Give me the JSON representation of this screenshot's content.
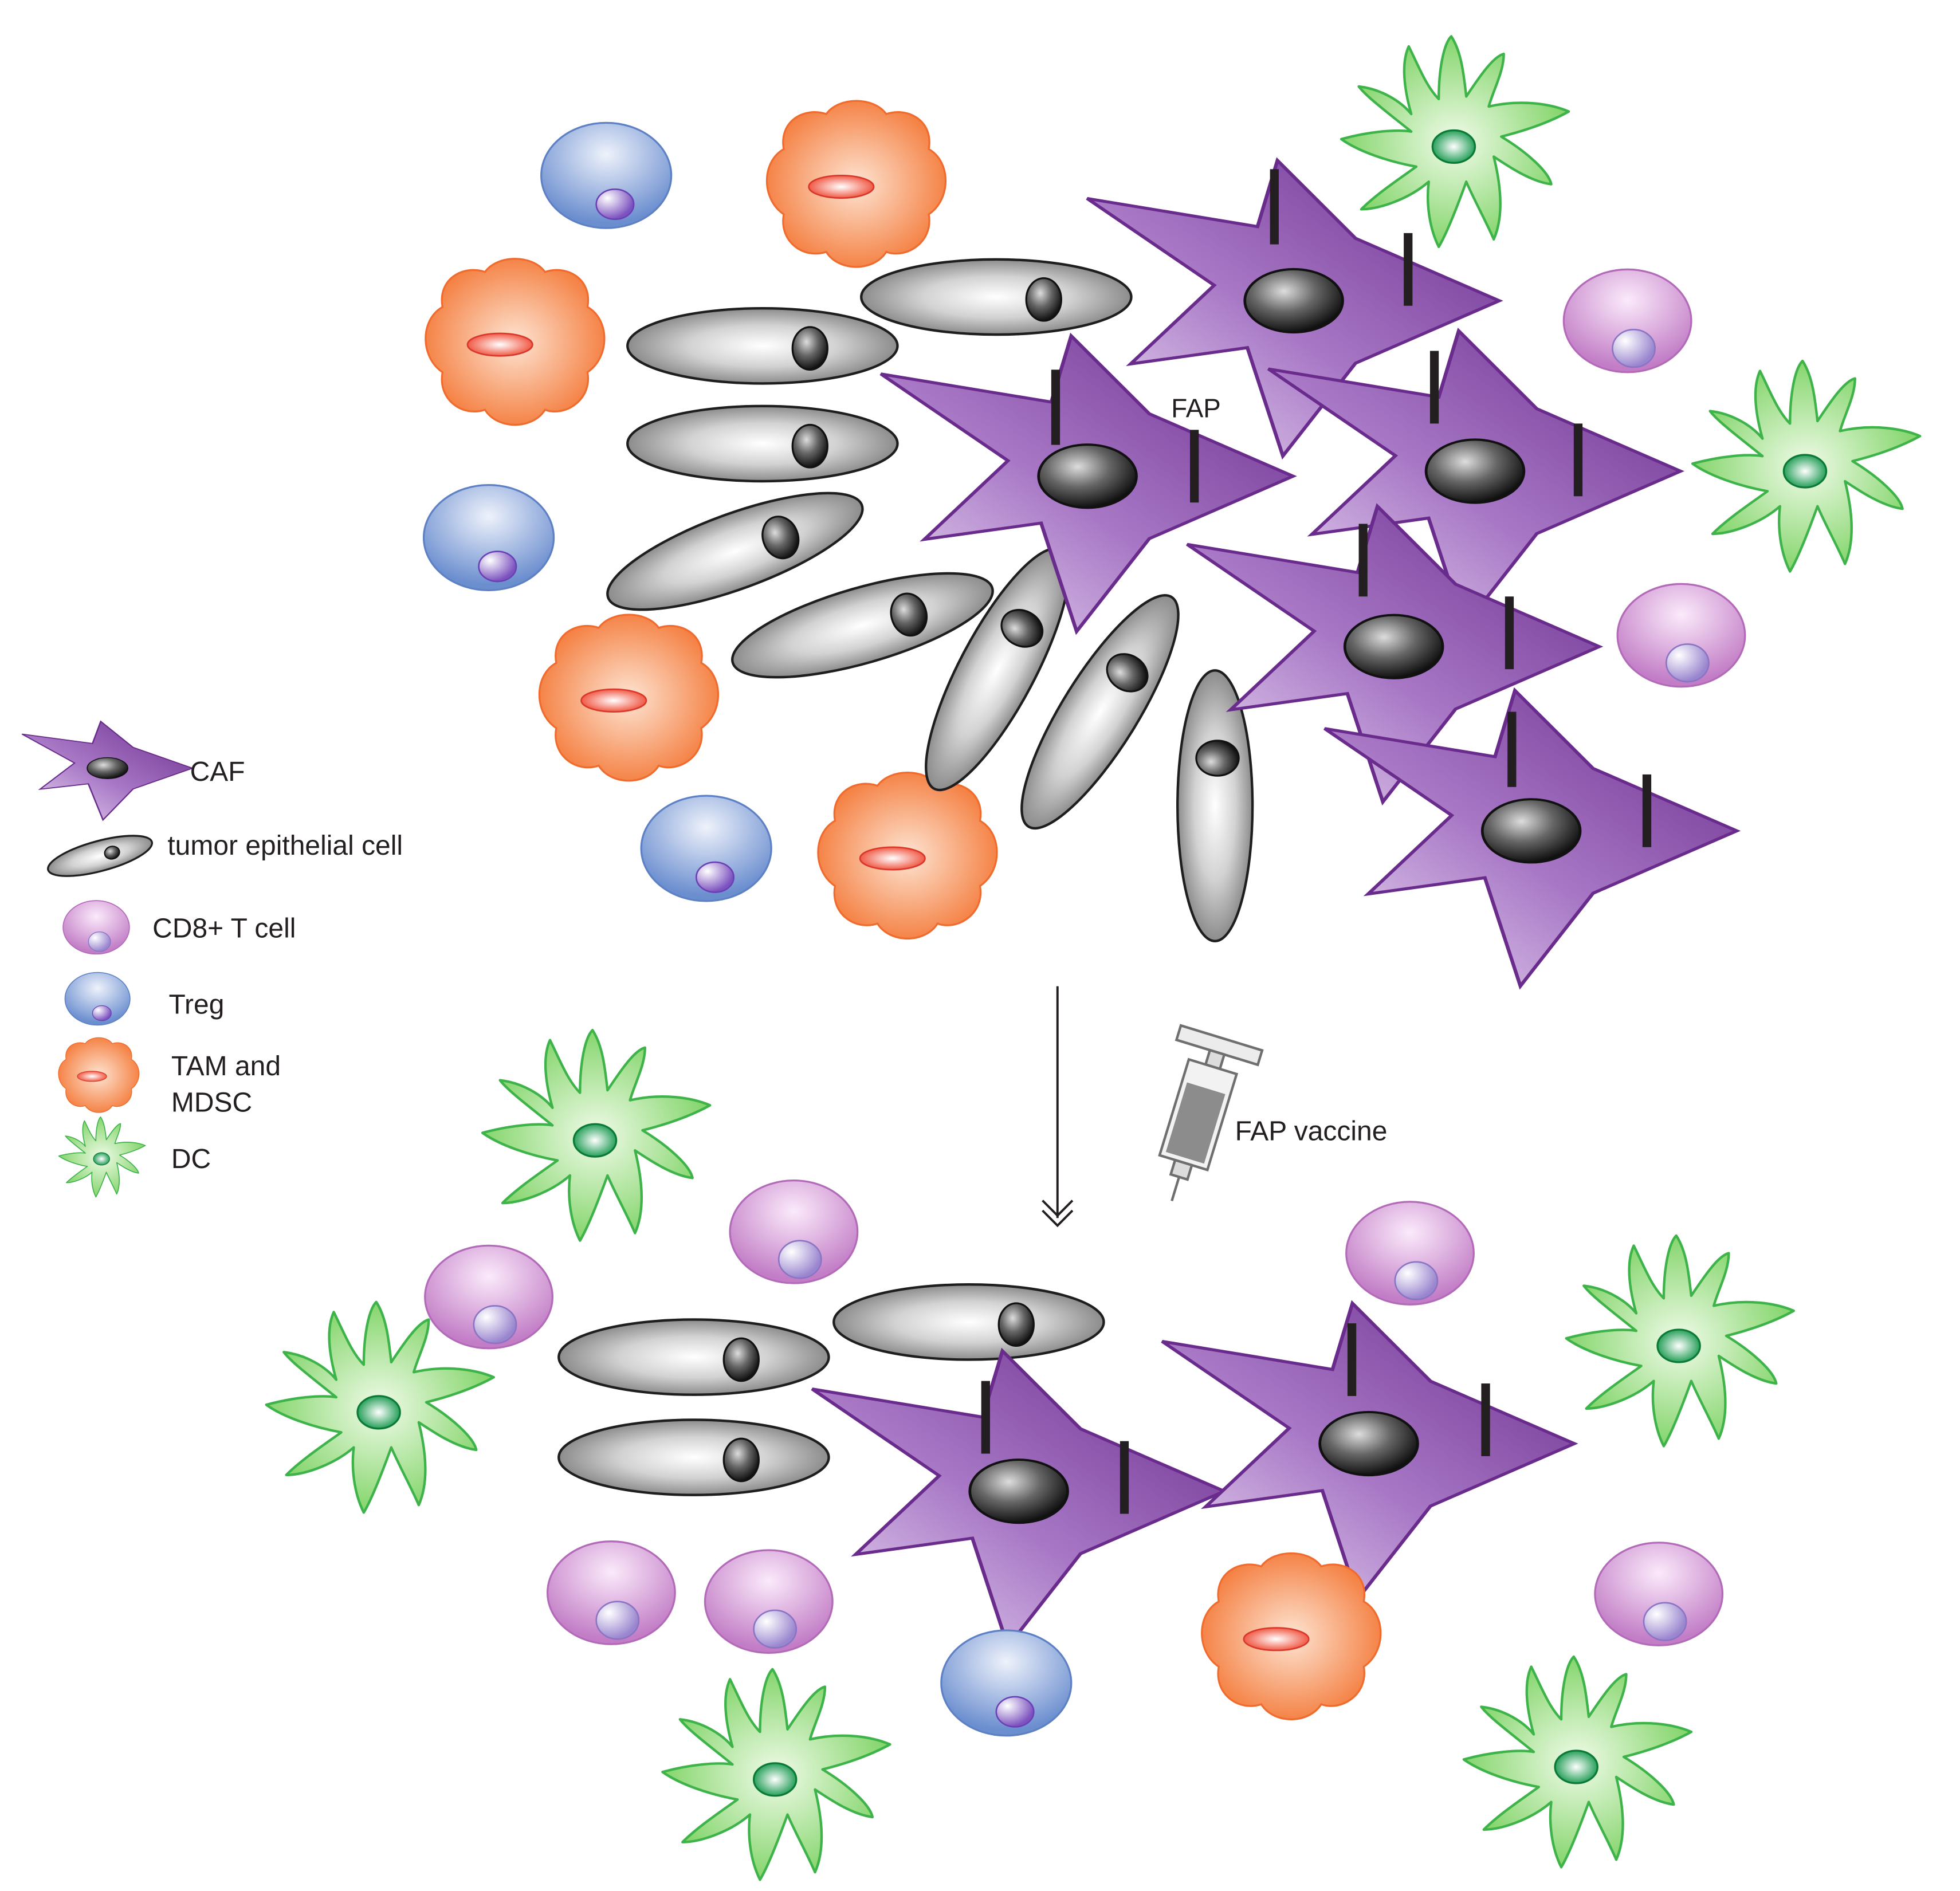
{
  "labels": {
    "fap": "FAP",
    "vaccine": "FAP vaccine"
  },
  "legend": {
    "caf": "CAF",
    "tumor": "tumor epithelial cell",
    "cd8": "CD8+ T cell",
    "treg": "Treg",
    "tam_line1": "TAM and",
    "tam_line2": "MDSC",
    "dc": "DC"
  },
  "colors": {
    "caf": "#8e5bab",
    "caf_dark": "#6a2c8c",
    "caf_light": "#ecdcf4",
    "fap_receptor": "#231f20",
    "tumor": "#9a9a9a",
    "tumor_light": "#ffffff",
    "cd8": "#c27dc6",
    "cd8_light": "#fae8fa",
    "cd8_nucleus": "#b7a7dc",
    "treg": "#6b8ecf",
    "treg_light": "#e8eefa",
    "treg_nucleus": "#8c6bc9",
    "tam": "#f47a3a",
    "tam_light": "#fce0cc",
    "tam_nucleus": "#ef4a34",
    "dc": "#75cf5f",
    "dc_light": "#e8f8de",
    "dc_stroke": "#3db34a",
    "dc_nucleus": "#1f9a4a"
  },
  "icons": {
    "arrow": "down-double-arrow-icon",
    "syringe": "syringe-icon"
  }
}
